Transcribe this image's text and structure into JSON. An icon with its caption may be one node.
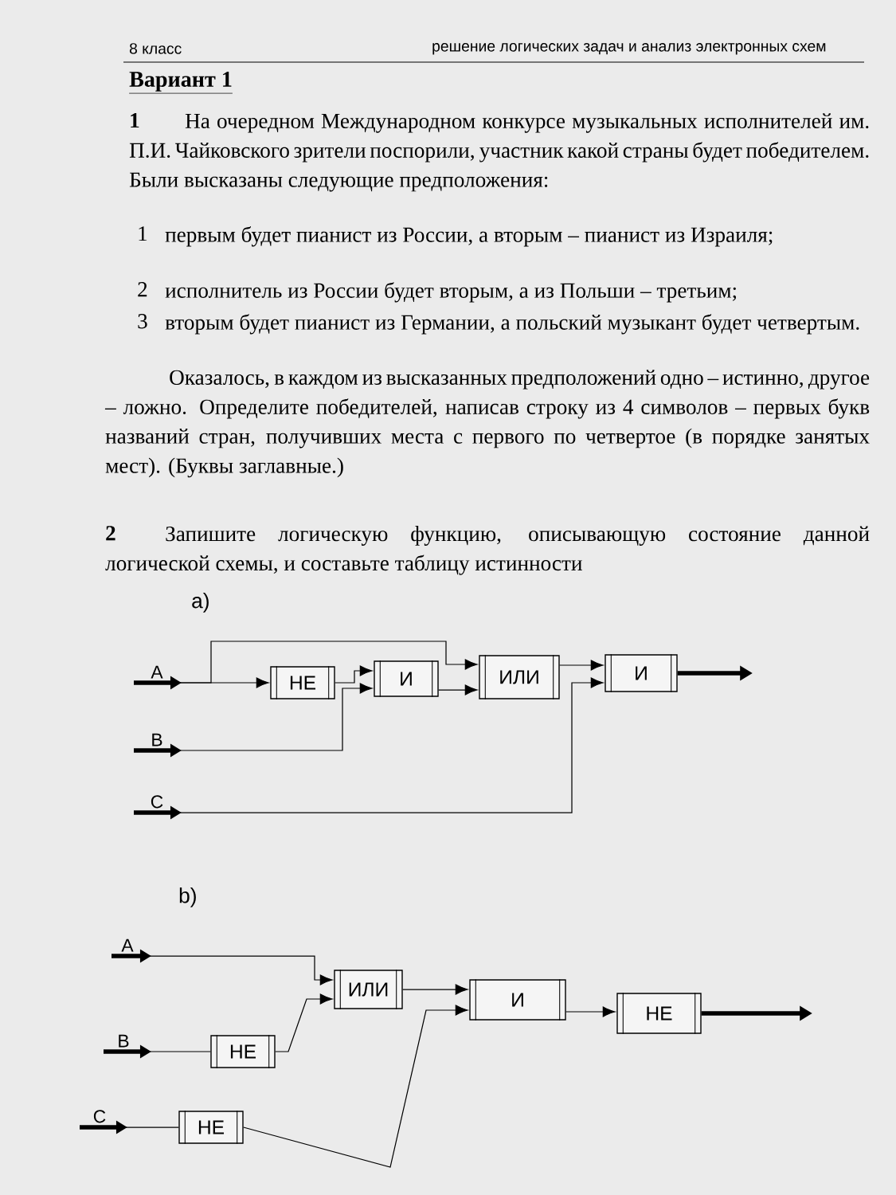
{
  "diagram": {
    "nodes": [
      {
        "text": [
          "A"
        ]
      },
      {
        "text": [
          "B"
        ]
      },
      {
        "text": [
          "C"
        ]
      },
      {
        "text": [
          "НЕ"
        ]
      },
      {
        "text": [
          "И"
        ]
      },
      {
        "text": [
          "ИЛИ"
        ]
      },
      {
        "text": [
          "И"
        ]
      },
      {
        "text": [
          "A"
        ]
      },
      {
        "text": [
          "B"
        ]
      },
      {
        "text": [
          "C"
        ]
      },
      {
        "text": [
          "НЕ"
        ]
      },
      {
        "text": [
          "НЕ"
        ]
      },
      {
        "text": [
          "ИЛИ"
        ]
      },
      {
        "text": [
          "И"
        ]
      },
      {
        "text": [
          "НЕ"
        ]
      }
    ],
    "edges": [
      {
        "from": 0,
        "to": 3,
        "arrow": "to"
      },
      {
        "from": 0,
        "to": 5,
        "arrow": "to"
      },
      {
        "from": 3,
        "to": 4,
        "arrow": "to"
      },
      {
        "from": 1,
        "to": 4,
        "arrow": "to"
      },
      {
        "from": 4,
        "to": 5,
        "arrow": "to"
      },
      {
        "from": 5,
        "to": 6,
        "arrow": "to"
      },
      {
        "from": 2,
        "to": 6,
        "arrow": "to"
      },
      {
        "from": 6,
        "to": null,
        "arrow": "to",
        "style": "thick"
      },
      {
        "from": 7,
        "to": 12,
        "arrow": "to"
      },
      {
        "from": 8,
        "to": 10,
        "arrow": "none"
      },
      {
        "from": 10,
        "to": 12,
        "arrow": "to"
      },
      {
        "from": 9,
        "to": 11,
        "arrow": "none"
      },
      {
        "from": 11,
        "to": 13,
        "arrow": "to"
      },
      {
        "from": 12,
        "to": 13,
        "arrow": "to"
      },
      {
        "from": 13,
        "to": 14,
        "arrow": "to"
      },
      {
        "from": 14,
        "to": null,
        "arrow": "to",
        "style": "thick"
      }
    ],
    "labels": [
      "8 класс",
      "решение логических задач и анализ электронных схем",
      "Вариант 1",
      "1",
      "На очередном Международном конкурсе музыкальных исполнителей им. П.И. Чайковского зрители поспорили, участник какой страны будет победителем. Были высказаны следующие предположения:",
      "1",
      "первым будет пианист из России, а вторым – пианист из Израиля;",
      "2",
      "исполнитель из России будет вторым, а из Польши – третьим;",
      "3",
      "вторым будет пианист из Германии, а польский музыкант будет четвертым.",
      "Оказалось, в каждом из высказанных предположений одно – истинно, другое – ложно. Определите победителей, написав строку из 4 символов – первых букв названий стран, получивших места с первого по четвертое (в порядке занятых мест). (Буквы заглавные.)",
      "2",
      "Запишите логическую функцию, описывающую состояние данной логической схемы, и составьте таблицу истинности",
      "а)",
      "b)"
    ]
  }
}
